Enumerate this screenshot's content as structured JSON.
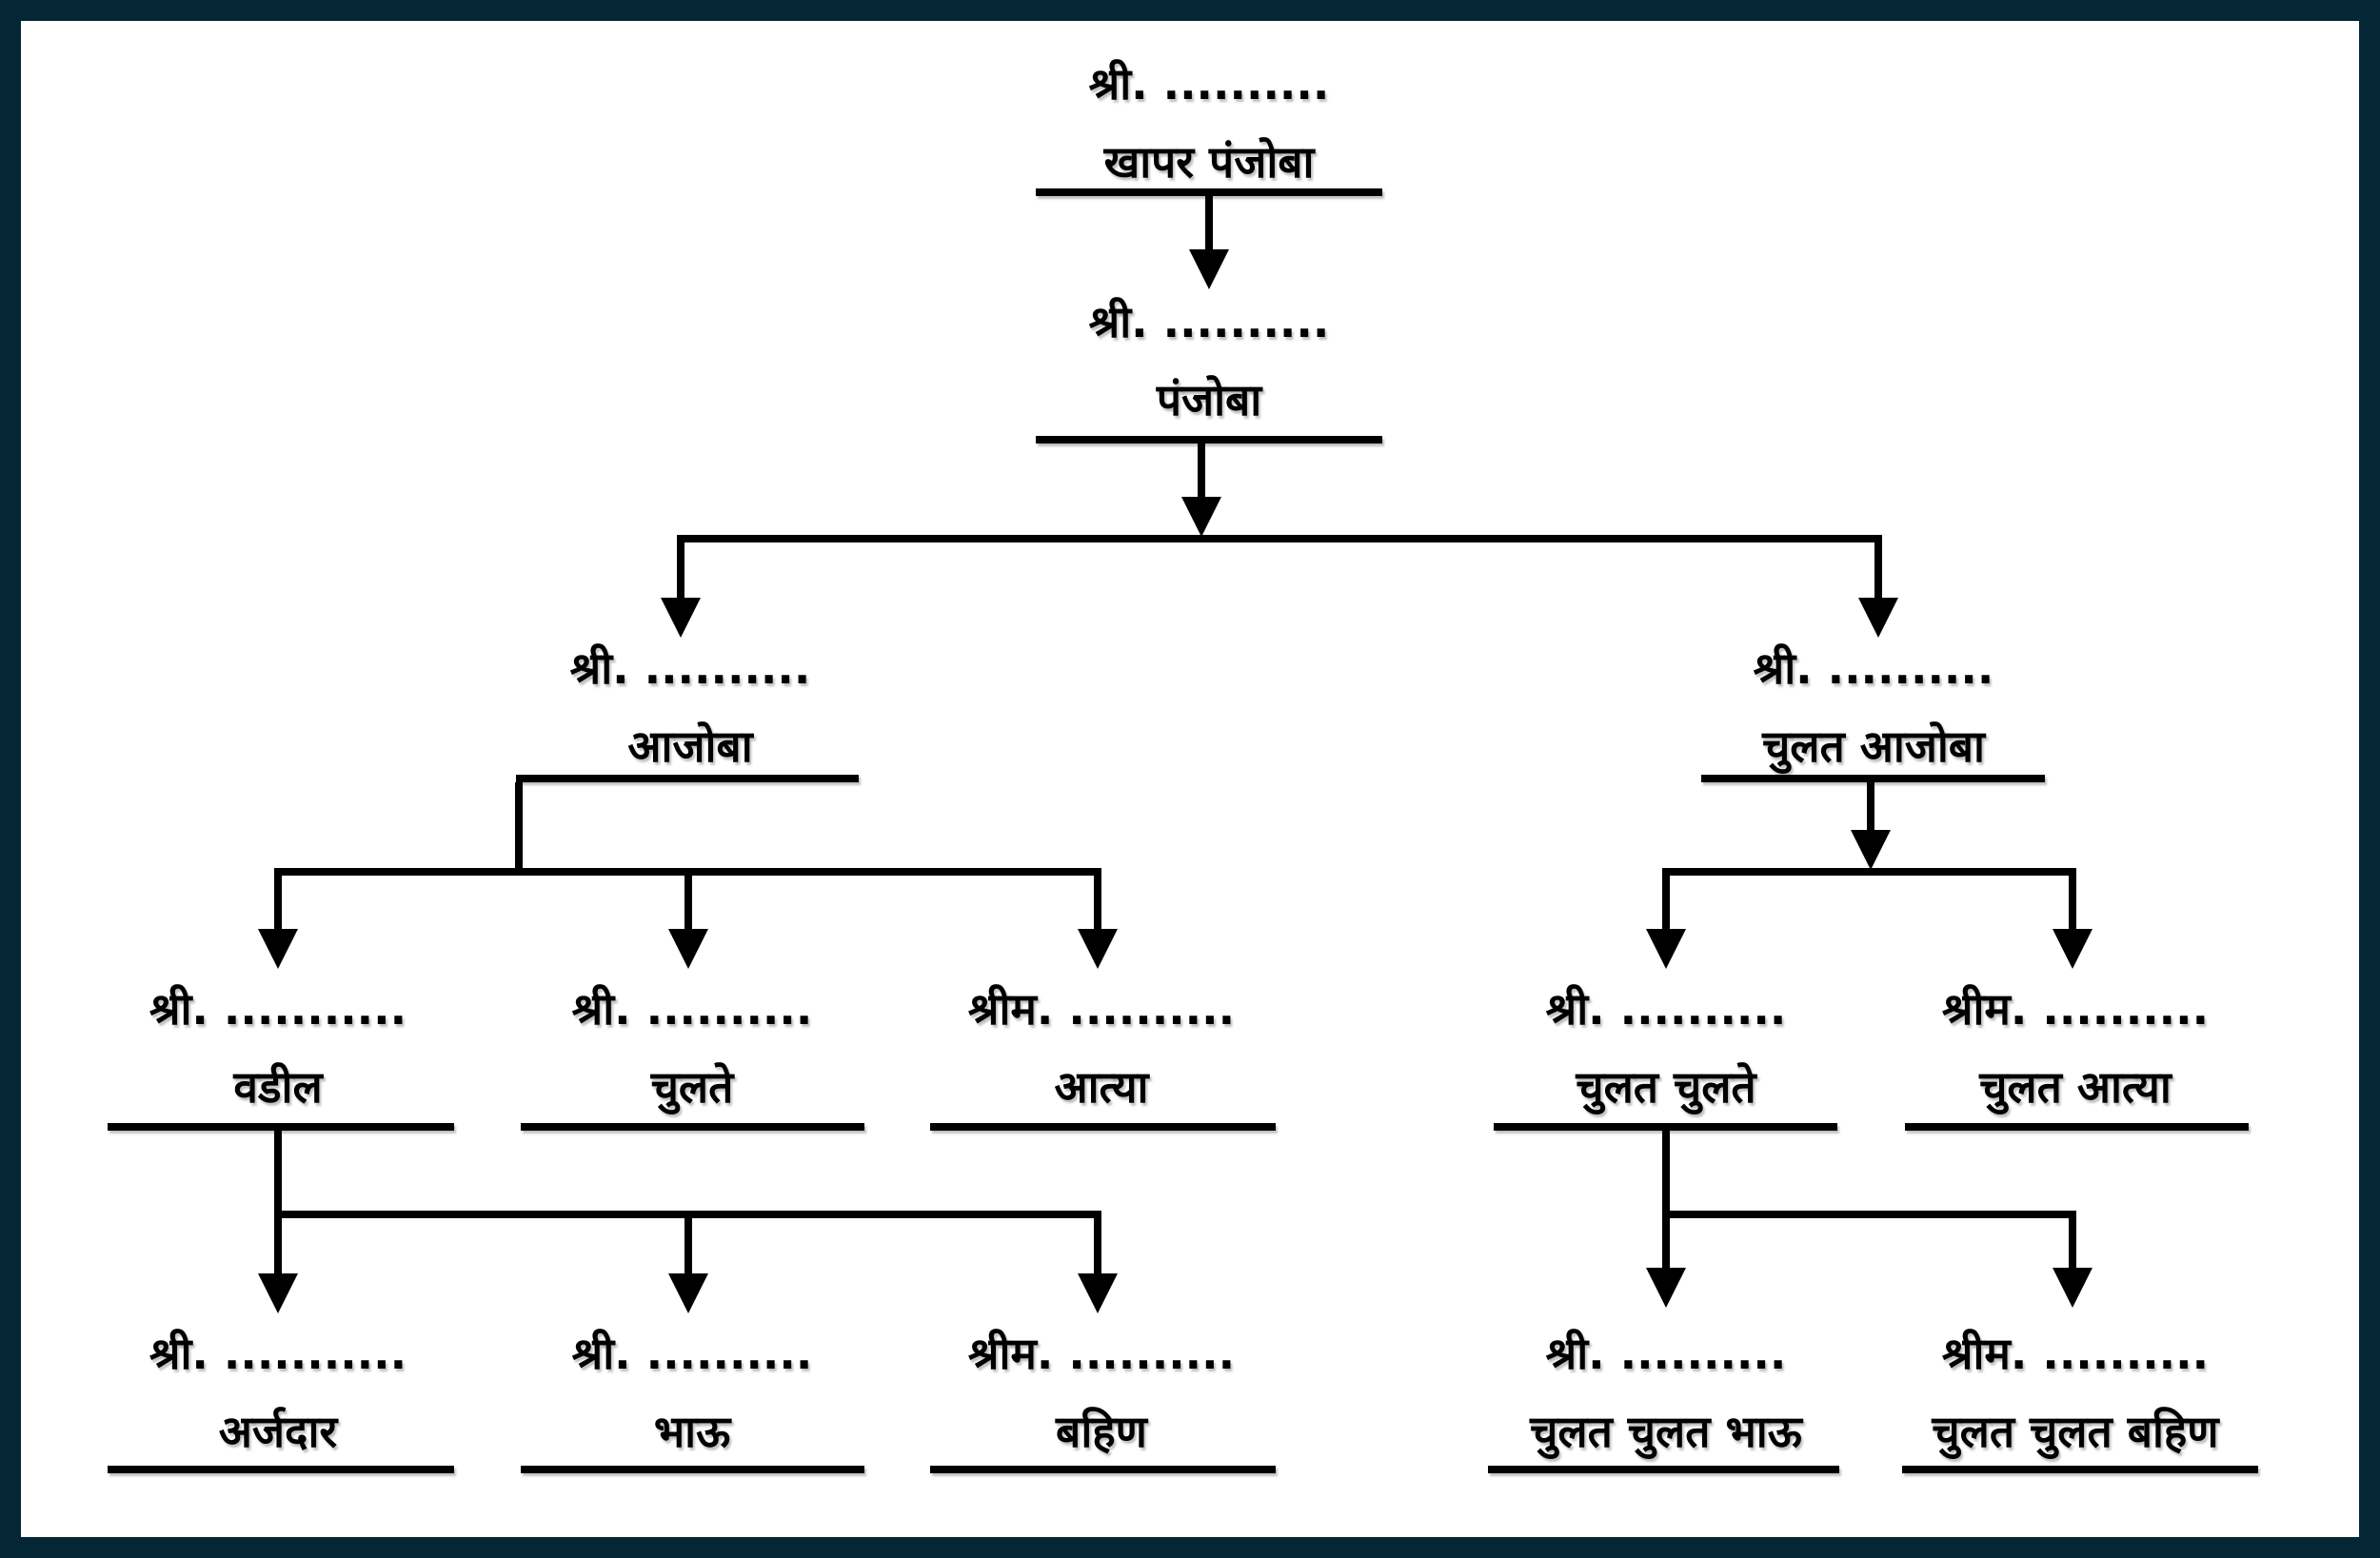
{
  "colors": {
    "frame_border": "#052635",
    "background": "#ffffff",
    "line": "#000000",
    "text": "#000000"
  },
  "diagram_type": "family-tree",
  "nodes": [
    {
      "prefix": "श्री. ..........",
      "name": "खापर पंजोबा"
    },
    {
      "prefix": "श्री. ..........",
      "name": "पंजोबा"
    },
    {
      "prefix": "श्री. ..........",
      "name": "आजोबा"
    },
    {
      "prefix": "श्री. ..........",
      "name": "चुलत आजोबा"
    },
    {
      "prefix": "श्री. ...........",
      "name": "वडील"
    },
    {
      "prefix": "श्री. ..........",
      "name": "चुलते"
    },
    {
      "prefix": "श्रीम. ..........",
      "name": "आत्या"
    },
    {
      "prefix": "श्री. ..........",
      "name": "चुलत चुलते"
    },
    {
      "prefix": "श्रीम. ..........",
      "name": "चुलत आत्या"
    },
    {
      "prefix": "श्री. ...........",
      "name": "अर्जदार"
    },
    {
      "prefix": "श्री. ..........",
      "name": "भाऊ"
    },
    {
      "prefix": "श्रीम. ..........",
      "name": "बहिण"
    },
    {
      "prefix": "श्री. ..........",
      "name": "चुलत चुलत भाऊ"
    },
    {
      "prefix": "श्रीम. ..........",
      "name": "चुलत चुलत बहिण"
    }
  ]
}
